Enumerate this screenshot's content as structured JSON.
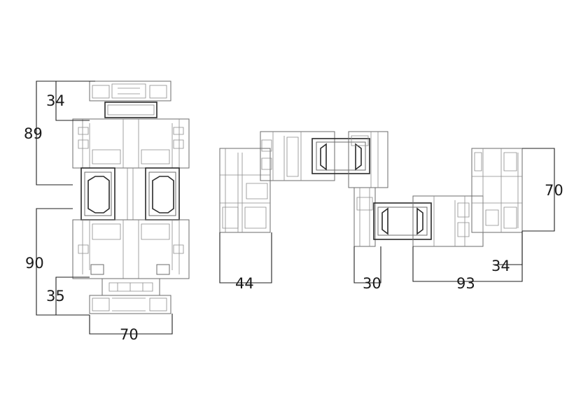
{
  "diagram": {
    "left_section": {
      "dimensions": {
        "top_offset": "34",
        "upper_height": "89",
        "lower_height": "90",
        "bottom_offset": "35",
        "base_width": "70"
      }
    },
    "right_section": {
      "dimensions": {
        "left_depth": "44",
        "middle_depth": "30",
        "right_span": "93",
        "right_offset": "34",
        "right_height": "70"
      }
    }
  }
}
